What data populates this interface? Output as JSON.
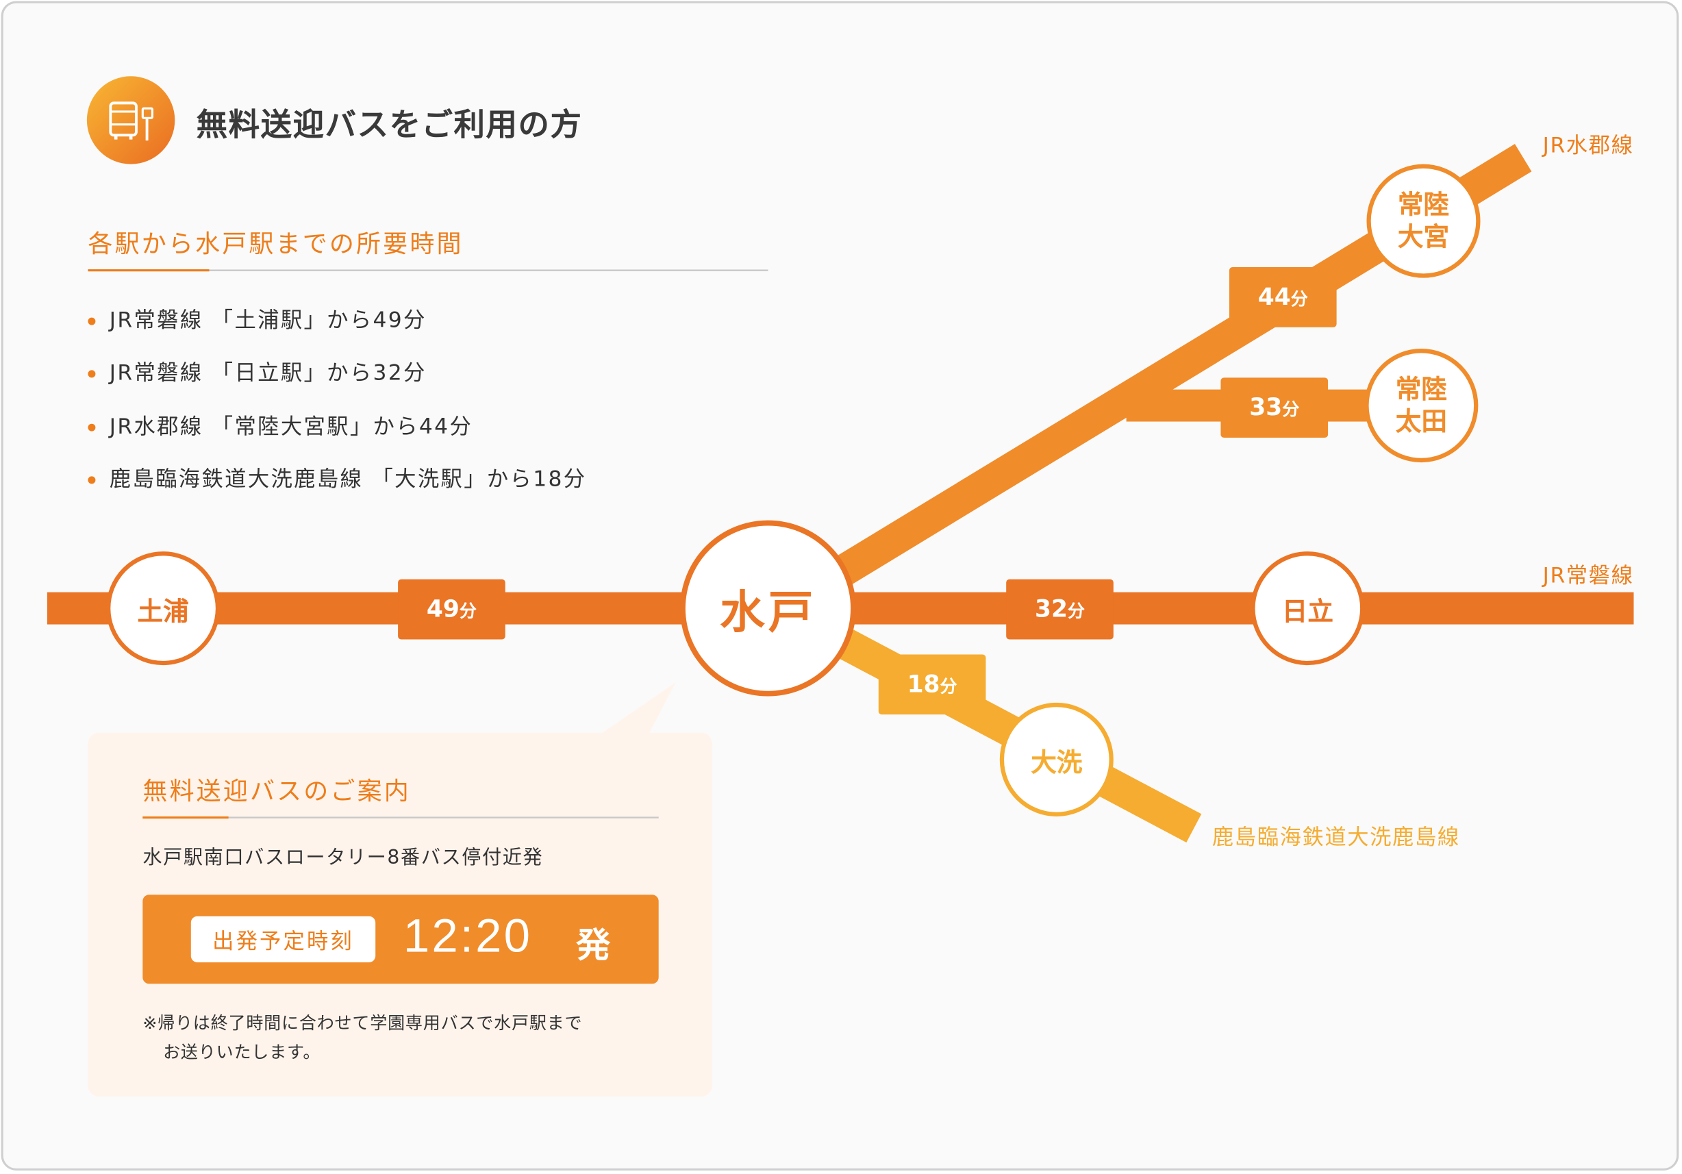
{
  "header": {
    "title": "無料送迎バスをご利用の方",
    "icon": "bus-stop-icon"
  },
  "travel_times": {
    "heading": "各駅から水戸駅までの所要時間",
    "items": [
      "JR常磐線 「土浦駅」から49分",
      "JR常磐線 「日立駅」から32分",
      "JR水郡線 「常陸大宮駅」から44分",
      "鹿島臨海鉄道大洗鹿島線 「大洗駅」から18分"
    ]
  },
  "map": {
    "lines": {
      "joban": "JR常磐線",
      "suigun": "JR水郡線",
      "oarai": "鹿島臨海鉄道大洗鹿島線"
    },
    "stations": {
      "mito": "水戸",
      "tsuchiura": "土浦",
      "hitachi": "日立",
      "hitachiomiya_1": "常陸",
      "hitachiomiya_2": "大宮",
      "hitachiota_1": "常陸",
      "hitachiota_2": "太田",
      "oarai": "大洗"
    },
    "times": {
      "tsuchiura": "49",
      "hitachi": "32",
      "hitachiomiya": "44",
      "hitachiota": "33",
      "oarai": "18",
      "unit": "分"
    },
    "colors": {
      "joban": "#ea7525",
      "suigun": "#f08c2a",
      "oarai": "#f5ac30"
    }
  },
  "guide": {
    "heading": "無料送迎バスのご案内",
    "location": "水戸駅南口バスロータリー8番バス停付近発",
    "departure_label": "出発予定時刻",
    "departure_time": "12:20",
    "departure_suffix": "発",
    "note_1": "※帰りは終了時間に合わせて学園専用バスで水戸駅まで",
    "note_2": "お送りいたします。"
  }
}
